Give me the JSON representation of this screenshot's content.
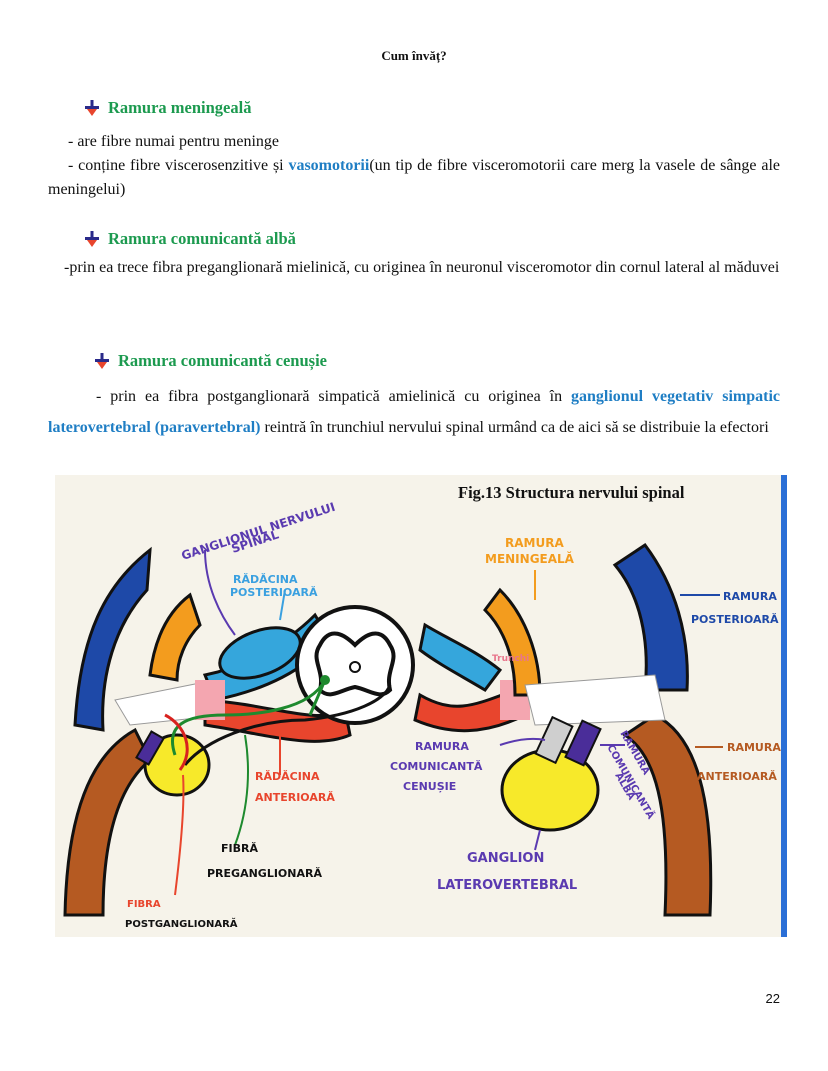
{
  "header": {
    "title": "Cum învăț?"
  },
  "sections": [
    {
      "title": "Ramura meningeală",
      "lines": [
        "- are fibre numai pentru meninge",
        "- conține fibre viscerosenzitive și ",
        "vasomotorii",
        "(un tip de fibre visceromotorii care merg la vasele de sânge ale meningelui)"
      ]
    },
    {
      "title": "Ramura comunicantă albă",
      "text": "-prin ea trece fibra preganglionară mielinică, cu originea în neuronul visceromotor din cornul lateral al măduvei"
    },
    {
      "title": "Ramura comunicantă cenușie",
      "text_a": "- prin ea fibra postganglionară simpatică amielinică cu originea în ",
      "highlight": "ganglionul vegetativ simpatic laterovertebral (paravertebral)",
      "text_b": " reintră în trunchiul nervului spinal urmând ca de aici să se distribuie la efectori"
    }
  ],
  "figure": {
    "caption": "Fig.13 Structura nervului spinal",
    "labels": {
      "ganglion_spinal_1": "GANGLIONUL NERVULUI",
      "ganglion_spinal_2": "SPINAL",
      "radacina_post_1": "RĂDĂCINA",
      "radacina_post_2": "POSTERIOARĂ",
      "ramura_men_1": "RAMURA",
      "ramura_men_2": "MENINGEALĂ",
      "ramura_post_1": "RAMURA",
      "ramura_post_2": "POSTERIOARĂ",
      "trunchi": "Trunchi",
      "ramura_ant_1": "RAMURA",
      "ramura_ant_2": "ANTERIOARĂ",
      "radacina_ant_1": "RĂDĂCINA",
      "radacina_ant_2": "ANTERIOARĂ",
      "ramura_cen_1": "RAMURA",
      "ramura_cen_2": "COMUNICANTĂ",
      "ramura_cen_3": "CENUȘIE",
      "ramura_alba_1": "RAMURA",
      "ramura_alba_2": "COMUNICANTĂ",
      "ramura_alba_3": "ALBĂ",
      "fibra_pre_1": "FIBRĂ",
      "fibra_pre_2": "PREGANGLIONARĂ",
      "ganglion_lat_1": "GANGLION",
      "ganglion_lat_2": "LATEROVERTEBRAL",
      "fibra_post_1": "FIBRA",
      "fibra_post_2": "POSTGANGLIONARĂ"
    }
  },
  "page_number": "22",
  "colors": {
    "green_title": "#1c9a4f",
    "blue_text": "#1f7ec4",
    "nerve_red": "#e8452d",
    "root_blue": "#35a6dc",
    "branch_orange": "#f39c1e",
    "branch_navy": "#1e49a8",
    "branch_brown": "#b55a22",
    "ganglion_yellow": "#f7e92a",
    "label_purple": "#5a3ab0"
  }
}
